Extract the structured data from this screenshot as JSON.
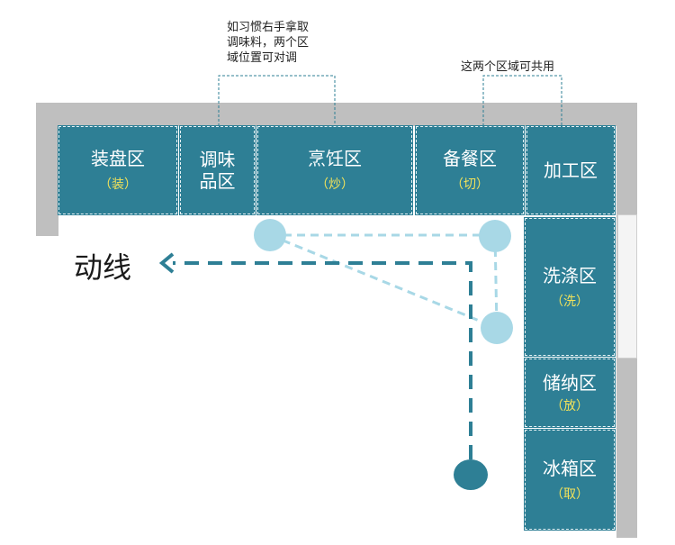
{
  "zones": {
    "plating": {
      "name": "装盘区",
      "sub": "（装）"
    },
    "seasoning": {
      "name": "调味\n品区"
    },
    "cooking": {
      "name": "烹饪区",
      "sub": "（炒）"
    },
    "prep": {
      "name": "备餐区",
      "sub": "（切）"
    },
    "processing": {
      "name": "加工区"
    },
    "washing": {
      "name": "洗涤区",
      "sub": "（洗）"
    },
    "storage": {
      "name": "储纳区",
      "sub": "（放）"
    },
    "fridge": {
      "name": "冰箱区",
      "sub": "（取）"
    }
  },
  "notes": {
    "swap": "如习惯右手拿取\n调味料，两个区\n域位置可对调",
    "shared": "这两个区域可共用"
  },
  "flow_label": "动线",
  "colors": {
    "zone_fill": "#2e7f95",
    "sub_text": "#f2e25a",
    "wall": "#bfbfbf",
    "flow_light": "#a8d8e6",
    "flow_dark": "#2e7f95"
  }
}
